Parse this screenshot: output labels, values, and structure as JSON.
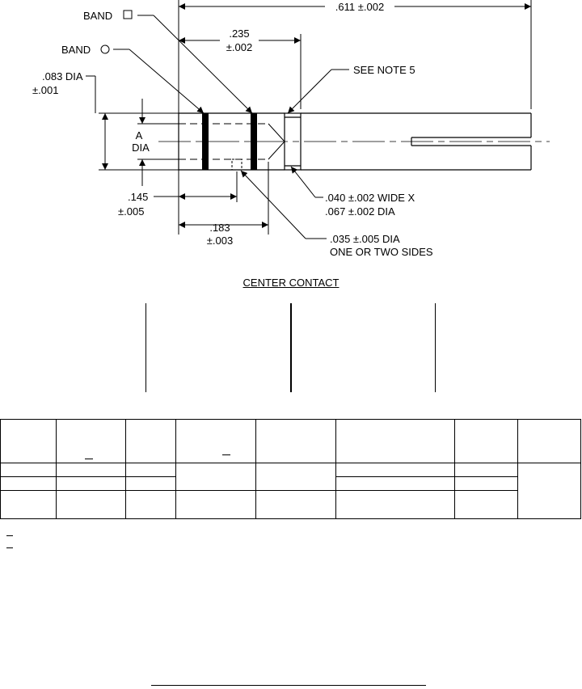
{
  "drawing": {
    "caption": "CENTER CONTACT",
    "labels": {
      "band_square": "BAND",
      "band_circle": "BAND",
      "overall_length": ".611 ±.002",
      "band_position_value": ".235",
      "band_position_tol": "±.002",
      "see_note": "SEE NOTE 5",
      "dia_value": ".083 DIA",
      "dia_tol": "±.001",
      "a_letter": "A",
      "a_dia": "DIA",
      "hole_pos_value": ".145",
      "hole_pos_tol": "±.005",
      "groove_pos_value": ".183",
      "groove_pos_tol": "±.003",
      "groove_line1": ".040 ±.002 WIDE  X",
      "groove_line2": ".067 ±.002 DIA",
      "hole_line1": ".035 ±.005 DIA",
      "hole_line2": "ONE OR TWO SIDES"
    }
  }
}
